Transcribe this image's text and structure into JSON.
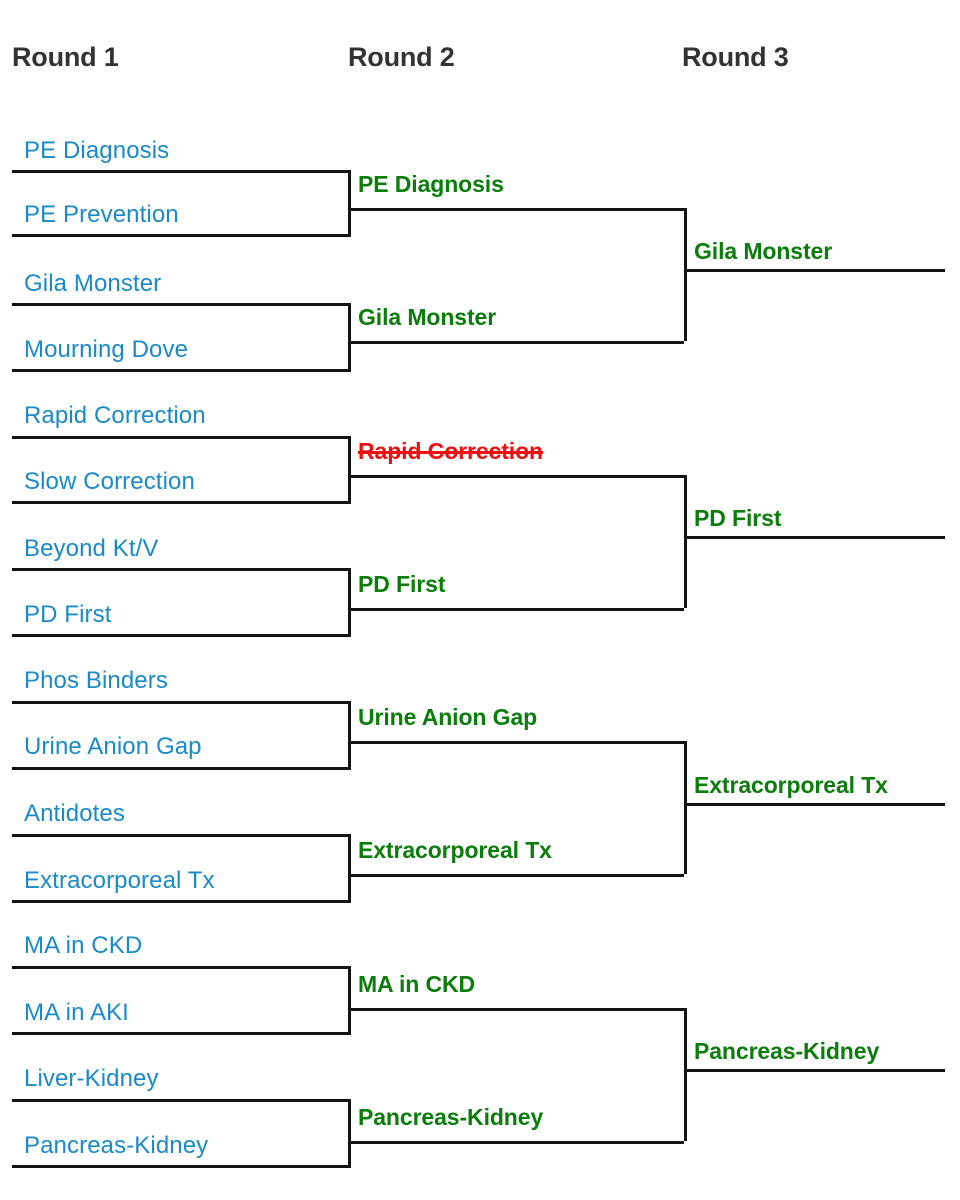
{
  "colors": {
    "advancing": "#0a7d0a",
    "seed": "#1a8ac9",
    "eliminated": "#ee1111",
    "line": "#141414",
    "header": "#333333",
    "background": "#ffffff"
  },
  "headers": [
    {
      "label": "Round 1"
    },
    {
      "label": "Round 2"
    },
    {
      "label": "Round 3"
    }
  ],
  "bracket": {
    "round1": [
      {
        "label": "PE Diagnosis",
        "status": "advancing"
      },
      {
        "label": "PE Prevention",
        "status": "eliminated"
      },
      {
        "label": "Gila Monster",
        "status": "advancing"
      },
      {
        "label": "Mourning Dove",
        "status": "eliminated"
      },
      {
        "label": "Rapid Correction",
        "status": "advancing"
      },
      {
        "label": "Slow Correction",
        "status": "eliminated"
      },
      {
        "label": "Beyond Kt/V",
        "status": "eliminated"
      },
      {
        "label": "PD First",
        "status": "advancing"
      },
      {
        "label": "Phos Binders",
        "status": "eliminated"
      },
      {
        "label": "Urine Anion Gap",
        "status": "advancing"
      },
      {
        "label": "Antidotes",
        "status": "eliminated"
      },
      {
        "label": "Extracorporeal Tx",
        "status": "advancing"
      },
      {
        "label": "MA in CKD",
        "status": "advancing"
      },
      {
        "label": "MA in AKI",
        "status": "eliminated"
      },
      {
        "label": "Liver-Kidney",
        "status": "eliminated"
      },
      {
        "label": "Pancreas-Kidney",
        "status": "advancing"
      }
    ],
    "round2": [
      {
        "label": "PE Diagnosis",
        "status": "advancing"
      },
      {
        "label": "Gila Monster",
        "status": "advancing"
      },
      {
        "label": "Rapid Correction",
        "status": "eliminated"
      },
      {
        "label": "PD First",
        "status": "advancing"
      },
      {
        "label": "Urine Anion Gap",
        "status": "advancing"
      },
      {
        "label": "Extracorporeal Tx",
        "status": "advancing"
      },
      {
        "label": "MA in CKD",
        "status": "advancing"
      },
      {
        "label": "Pancreas-Kidney",
        "status": "advancing"
      }
    ],
    "round3": [
      {
        "label": "Gila Monster",
        "status": "advancing"
      },
      {
        "label": "PD First",
        "status": "advancing"
      },
      {
        "label": "Extracorporeal Tx",
        "status": "advancing"
      },
      {
        "label": "Pancreas-Kidney",
        "status": "advancing"
      }
    ]
  }
}
